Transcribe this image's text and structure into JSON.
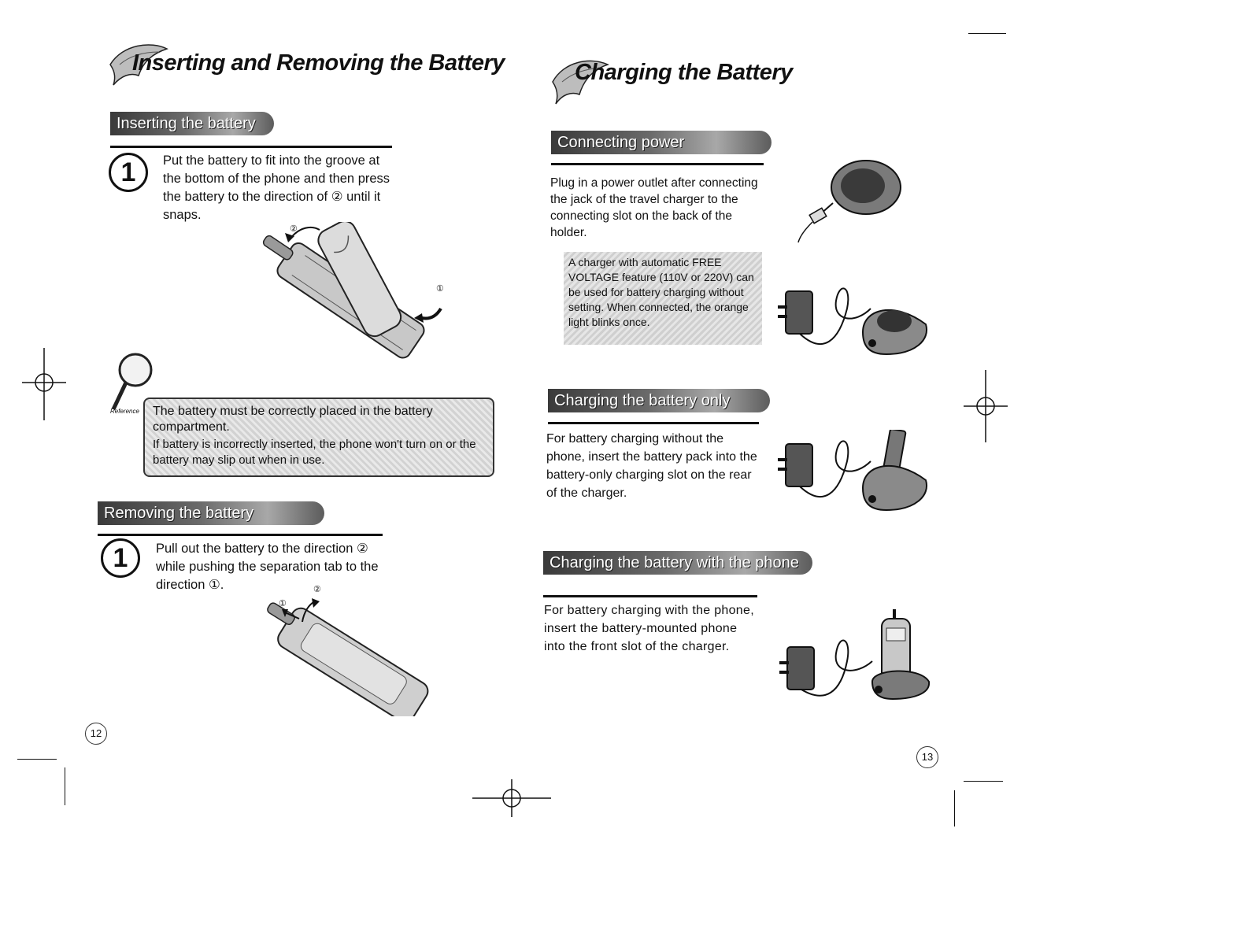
{
  "left_page": {
    "title": "Inserting and Removing the Battery",
    "section_insert": {
      "heading": "Inserting the battery",
      "step_number": "1",
      "text": "Put the battery to fit into the groove at the bottom of the phone and then press the battery to the direction of ② until it snaps.",
      "marker_2": "②",
      "marker_1": "①"
    },
    "reference": {
      "icon_label": "Reference",
      "line1": "The battery must be correctly placed in the battery compartment.",
      "line2": "If battery is incorrectly inserted, the phone won't turn on or the battery may slip out when in use."
    },
    "section_remove": {
      "heading": "Removing the battery",
      "step_number": "1",
      "text": "Pull out the battery to the direction ② while pushing the separation tab to the direction ①.",
      "marker_1": "①",
      "marker_2": "②"
    },
    "page_number": "12"
  },
  "right_page": {
    "title": "Charging the Battery",
    "section_power": {
      "heading": "Connecting power",
      "text": "Plug in a power outlet after connecting the jack of the travel charger to the connecting slot on the back of the holder.",
      "note": "A charger with automatic FREE VOLTAGE feature (110V or 220V) can be used for battery charging without setting. When connected, the orange light blinks once."
    },
    "section_battery_only": {
      "heading": "Charging the battery only",
      "text": "For battery charging without the phone, insert the battery pack into the battery-only charging slot on the rear of the charger."
    },
    "section_with_phone": {
      "heading": "Charging the battery with the phone",
      "text": "For battery charging with the phone, insert the battery-mounted phone into the front slot of the charger."
    },
    "page_number": "13"
  }
}
